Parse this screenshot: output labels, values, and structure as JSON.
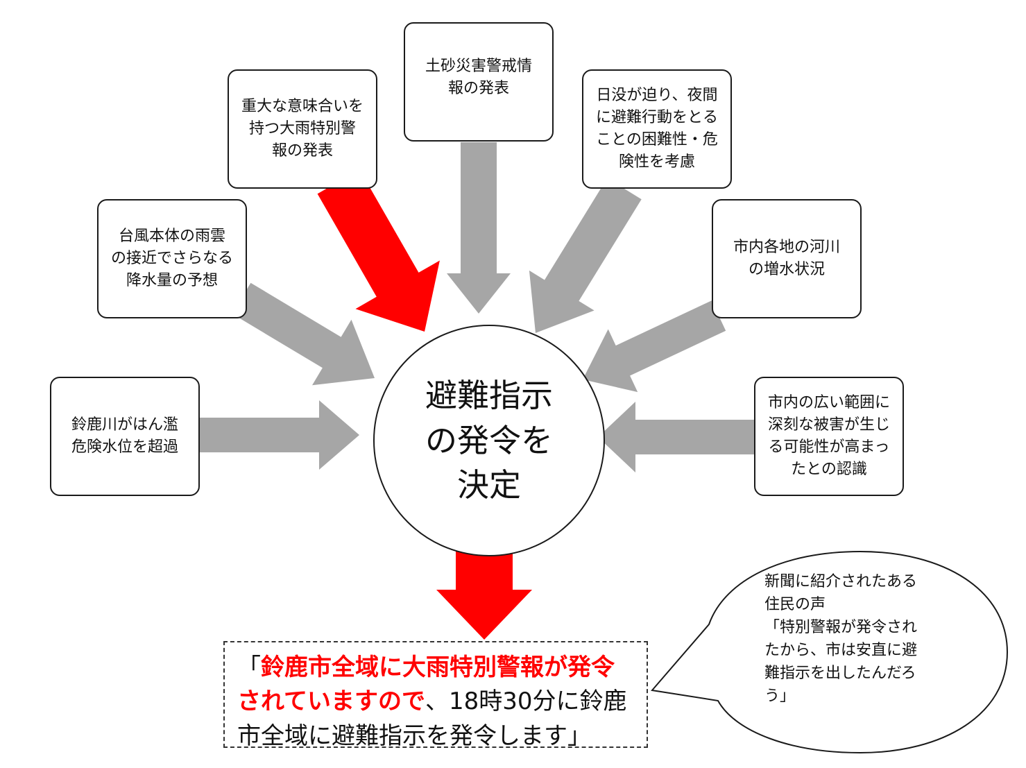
{
  "factors": [
    {
      "id": "heavy-rain-special-warning",
      "text": "重大な意味合いを\n持つ大雨特別警\n報の発表"
    },
    {
      "id": "landslide-warning",
      "text": "土砂災害警戒情\n報の発表"
    },
    {
      "id": "nightfall",
      "text": "日没が迫り、夜間\nに避難行動をとる\nことの困難性・危\n険性を考慮"
    },
    {
      "id": "typhoon-rainfall",
      "text": "台風本体の雨雲\nの接近でさらなる\n降水量の予想"
    },
    {
      "id": "river-rising",
      "text": "市内各地の河川\nの増水状況"
    },
    {
      "id": "suzuka-river-level",
      "text": "鈴鹿川がはん濫\n危険水位を超過"
    },
    {
      "id": "damage-recognition",
      "text": "市内の広い範囲に\n深刻な被害が生じ\nる可能性が高まっ\nたとの認識"
    }
  ],
  "decision": {
    "text": "避難指示\nの発令を\n決定"
  },
  "announcement": {
    "open_quote": "「",
    "highlight": "鈴鹿市全域に大雨特別警報が発令されていますので",
    "rest": "、18時30分に鈴鹿市全域に避難指示を発令します」"
  },
  "resident_voice": {
    "text": "新聞に紹介されたある\n住民の声\n「特別警報が発令され\nたから、市は安直に避\n難指示を出したんだろ\nう」"
  },
  "colors": {
    "emphasis_arrow": "#ff0000",
    "normal_arrow": "#a6a6a6",
    "highlight_text": "#ff0000"
  }
}
